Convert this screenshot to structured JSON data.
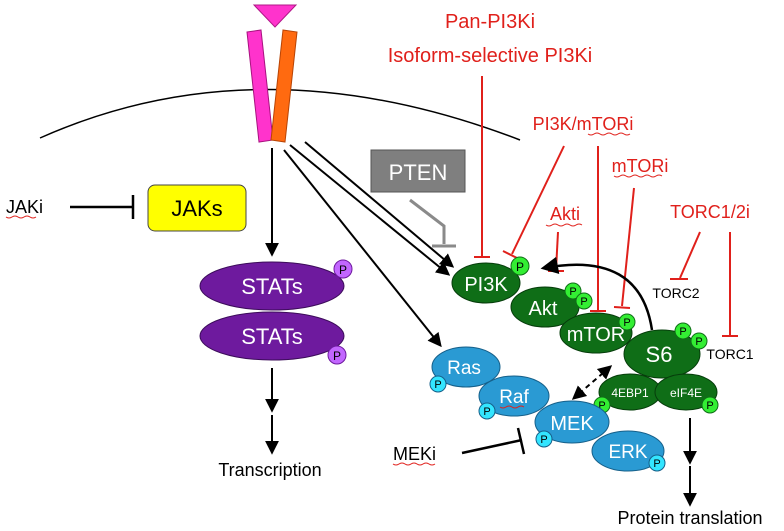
{
  "inhibitors": {
    "pan_pi3ki": "Pan-PI3Ki",
    "isoform_pi3ki": "Isoform-selective PI3Ki",
    "pi3k_mtori": "PI3K/mTORi",
    "mtori": "mTORi",
    "akti": "Akti",
    "torc12i": "TORC1/2i",
    "jaki": "JAKi",
    "meki": "MEKi"
  },
  "nodes": {
    "pten": "PTEN",
    "jaks": "JAKs",
    "stats_top": "STATs",
    "stats_bottom": "STATs",
    "pi3k": "PI3K",
    "akt": "Akt",
    "mtor": "mTOR",
    "s6": "S6",
    "ebp1": "4EBP1",
    "eif4e": "eIF4E",
    "ras": "Ras",
    "raf": "Raf",
    "mek": "MEK",
    "erk": "ERK",
    "torc2": "TORC2",
    "torc1": "TORC1"
  },
  "phospho_label": "P",
  "outputs": {
    "transcription": "Transcription",
    "protein_translation": "Protein translation"
  },
  "colors": {
    "inhibitor_red": "#e0201b",
    "pi3k_green": "#0f6e17",
    "ras_blue": "#2a9ad3",
    "stats_purple": "#6e1a9e",
    "jaks_yellow": "#ffff00",
    "pten_gray": "#7f7f7f",
    "receptor_magenta": "#ff33cc",
    "receptor_orange": "#ff6a10",
    "phospho_green": "#33ee33",
    "phospho_cyan": "#33e5ff",
    "phospho_purple": "#c266ff"
  }
}
